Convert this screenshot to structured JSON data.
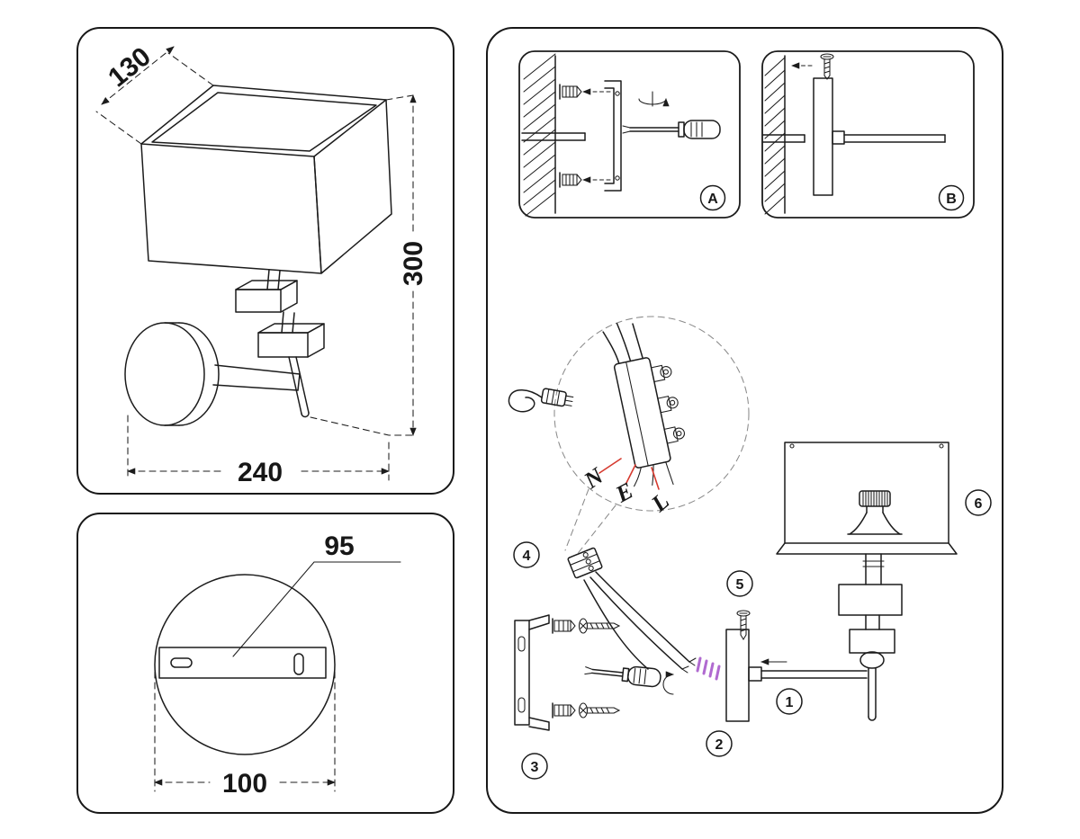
{
  "front_view": {
    "depth_mm": "130",
    "height_mm": "300",
    "width_mm": "240"
  },
  "plate_view": {
    "hole_spacing_mm": "95",
    "diameter_mm": "100"
  },
  "installation": {
    "steps": {
      "a": "A",
      "b": "B"
    },
    "parts": {
      "p1": "1",
      "p2": "2",
      "p3": "3",
      "p4": "4",
      "p5": "5",
      "p6": "6"
    },
    "wires": {
      "neutral": "N",
      "earth": "E",
      "live": "L"
    }
  },
  "colors": {
    "line": "#1c1c1c",
    "leader_red": "#d63a2f",
    "wire_tip_purple": "#b06ad0"
  }
}
